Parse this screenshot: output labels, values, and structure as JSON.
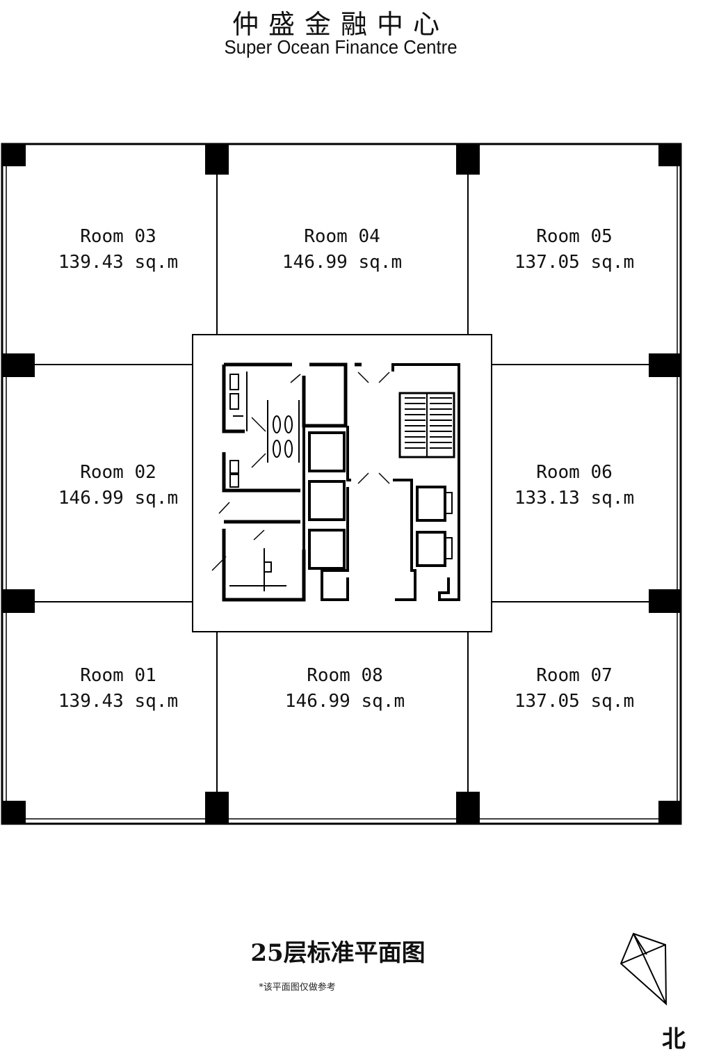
{
  "header": {
    "title_cn": "仲盛金融中心",
    "title_en": "Super Ocean Finance Centre"
  },
  "rooms": [
    {
      "id": "room-03",
      "name": "Room 03",
      "area": "139.43 sq.m"
    },
    {
      "id": "room-04",
      "name": "Room 04",
      "area": "146.99 sq.m"
    },
    {
      "id": "room-05",
      "name": "Room 05",
      "area": "137.05 sq.m"
    },
    {
      "id": "room-02",
      "name": "Room 02",
      "area": "146.99 sq.m"
    },
    {
      "id": "room-06",
      "name": "Room 06",
      "area": "133.13 sq.m"
    },
    {
      "id": "room-01",
      "name": "Room 01",
      "area": "139.43 sq.m"
    },
    {
      "id": "room-08",
      "name": "Room 08",
      "area": "146.99 sq.m"
    },
    {
      "id": "room-07",
      "name": "Room 07",
      "area": "137.05 sq.m"
    }
  ],
  "footer": {
    "title": "25层标准平面图",
    "note": "*该平面图仅做参考"
  },
  "compass": {
    "label": "北",
    "icon": "north-arrow-icon"
  }
}
